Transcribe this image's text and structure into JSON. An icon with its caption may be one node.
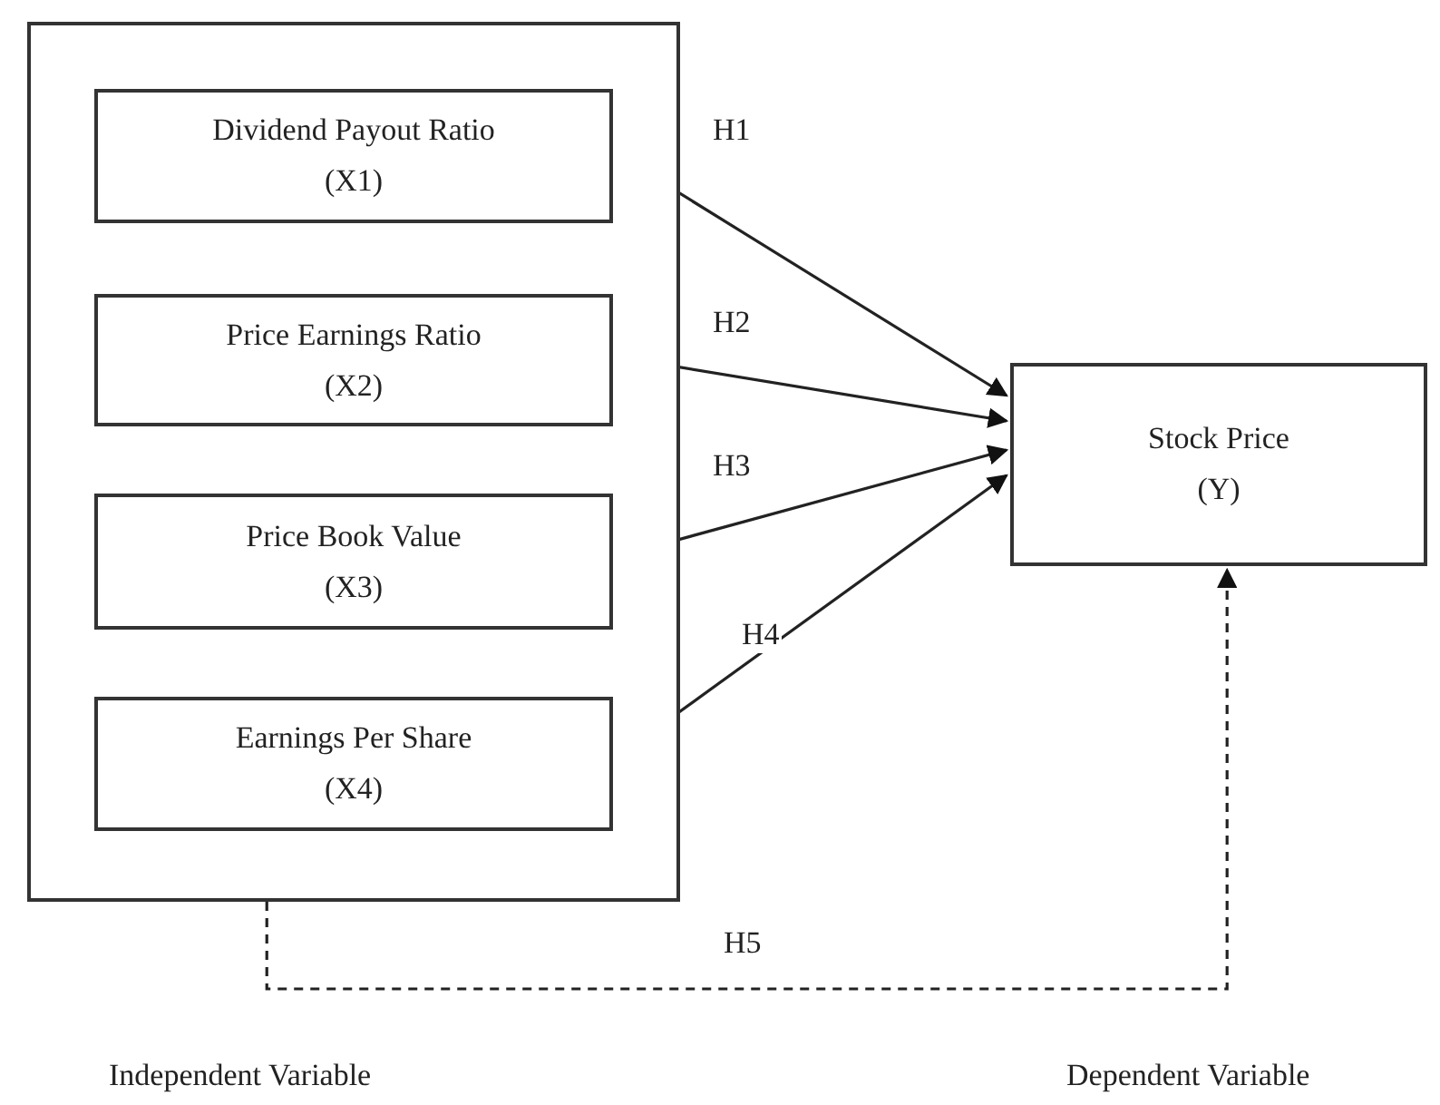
{
  "diagram": {
    "nodes": [
      {
        "text": [],
        "shape": "box"
      },
      {
        "text": [
          "Dividend Payout Ratio",
          "(X1)"
        ],
        "in": 0
      },
      {
        "text": [
          "Price Earnings Ratio",
          "(X2)"
        ],
        "in": 0
      },
      {
        "text": [
          "Price Book Value",
          "(X3)"
        ],
        "in": 0
      },
      {
        "text": [
          "Earnings Per Share",
          "(X4)"
        ],
        "in": 0
      },
      {
        "text": [
          "Stock Price",
          "(Y)"
        ]
      }
    ],
    "edges": [
      {
        "from": 1,
        "to": 5,
        "arrow": "to",
        "label": "H1"
      },
      {
        "from": 2,
        "to": 5,
        "arrow": "to",
        "label": "H2"
      },
      {
        "from": 3,
        "to": 5,
        "arrow": "to",
        "label": "H3"
      },
      {
        "from": 4,
        "to": 5,
        "arrow": "to",
        "label": "H4"
      },
      {
        "from": 0,
        "to": 5,
        "arrow": "to",
        "label": "H5",
        "style": "dashed"
      }
    ],
    "labels": [
      "Independent Variable",
      "Dependent Variable"
    ]
  }
}
